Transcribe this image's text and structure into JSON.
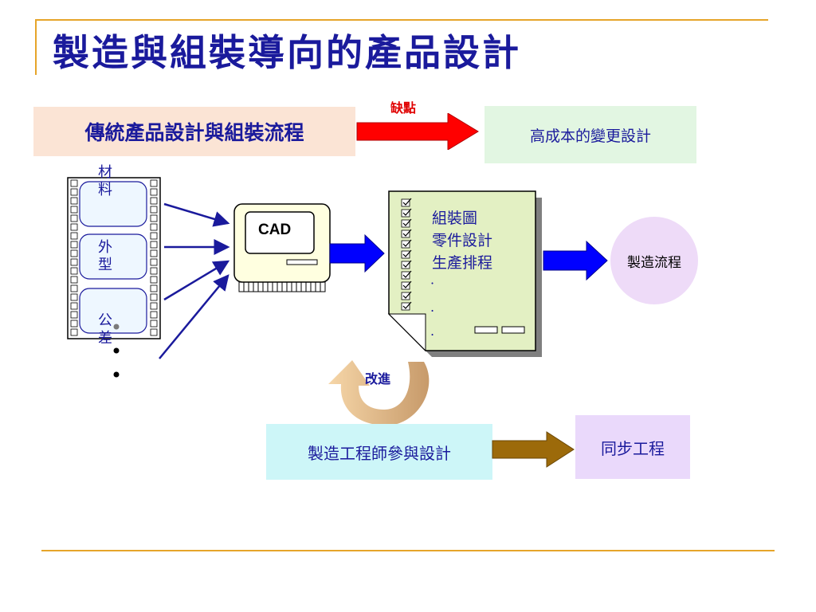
{
  "title": "製造與組裝導向的產品設計",
  "traditional_process": "傳統產品設計與組裝流程",
  "drawback_label": "缺點",
  "high_cost": "高成本的變更設計",
  "film": {
    "frame1": [
      "材",
      "料"
    ],
    "frame2": [
      "外",
      "型"
    ],
    "frame3": [
      "公",
      "差"
    ]
  },
  "cad_label": "CAD",
  "document": {
    "lines": [
      "組裝圖",
      "零件設計",
      "生產排程"
    ],
    "ellipsis": [
      "·",
      ".",
      "."
    ]
  },
  "manufacturing_flow": "製造流程",
  "improve_label": "改進",
  "engineer_participation": "製造工程師參與設計",
  "concurrent_engineering": "同步工程",
  "colors": {
    "accent_rule": "#e6a52a",
    "title_blue": "#1a1a9c",
    "red_arrow": "#ff0000",
    "blue_arrow": "#0000ff",
    "brown_arrow": "#9c6a0a"
  }
}
